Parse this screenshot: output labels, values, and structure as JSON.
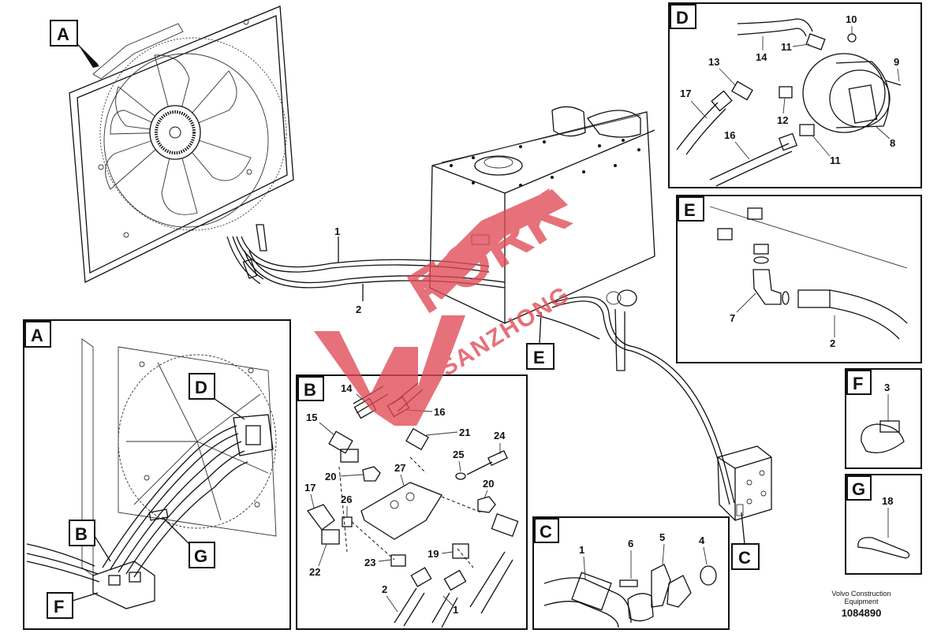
{
  "view_labels": {
    "A_main": "A",
    "A_detail": "A",
    "B": "B",
    "C": "C",
    "C_main": "C",
    "D": "D",
    "E": "E",
    "E_main": "E",
    "F": "F",
    "F_detail": "F",
    "G": "G",
    "G_detail": "G",
    "B_in_A": "B",
    "D_in_A": "D"
  },
  "main_callouts": {
    "hose_1": "1",
    "hose_2": "2"
  },
  "detail_D": {
    "n14": "14",
    "n11a": "11",
    "n10": "10",
    "n9": "9",
    "n13": "13",
    "n17": "17",
    "n12": "12",
    "n8": "8",
    "n16": "16",
    "n11b": "11"
  },
  "detail_E": {
    "n7": "7",
    "n2": "2"
  },
  "detail_F": {
    "n3": "3"
  },
  "detail_G": {
    "n18": "18"
  },
  "detail_B": {
    "n14": "14",
    "n15": "15",
    "n16": "16",
    "n21": "21",
    "n24": "24",
    "n25": "25",
    "n27": "27",
    "n20a": "20",
    "n20b": "20",
    "n17": "17",
    "n26": "26",
    "n22": "22",
    "n19": "19",
    "n23": "23",
    "n2": "2",
    "n1": "1"
  },
  "detail_C": {
    "n1": "1",
    "n6": "6",
    "n5": "5",
    "n4": "4"
  },
  "watermark": {
    "word1": "FORK",
    "word2": "SANZHONG"
  },
  "caption": {
    "line1": "Volvo Construction",
    "line2": "Equipment",
    "part_number": "1084890"
  }
}
